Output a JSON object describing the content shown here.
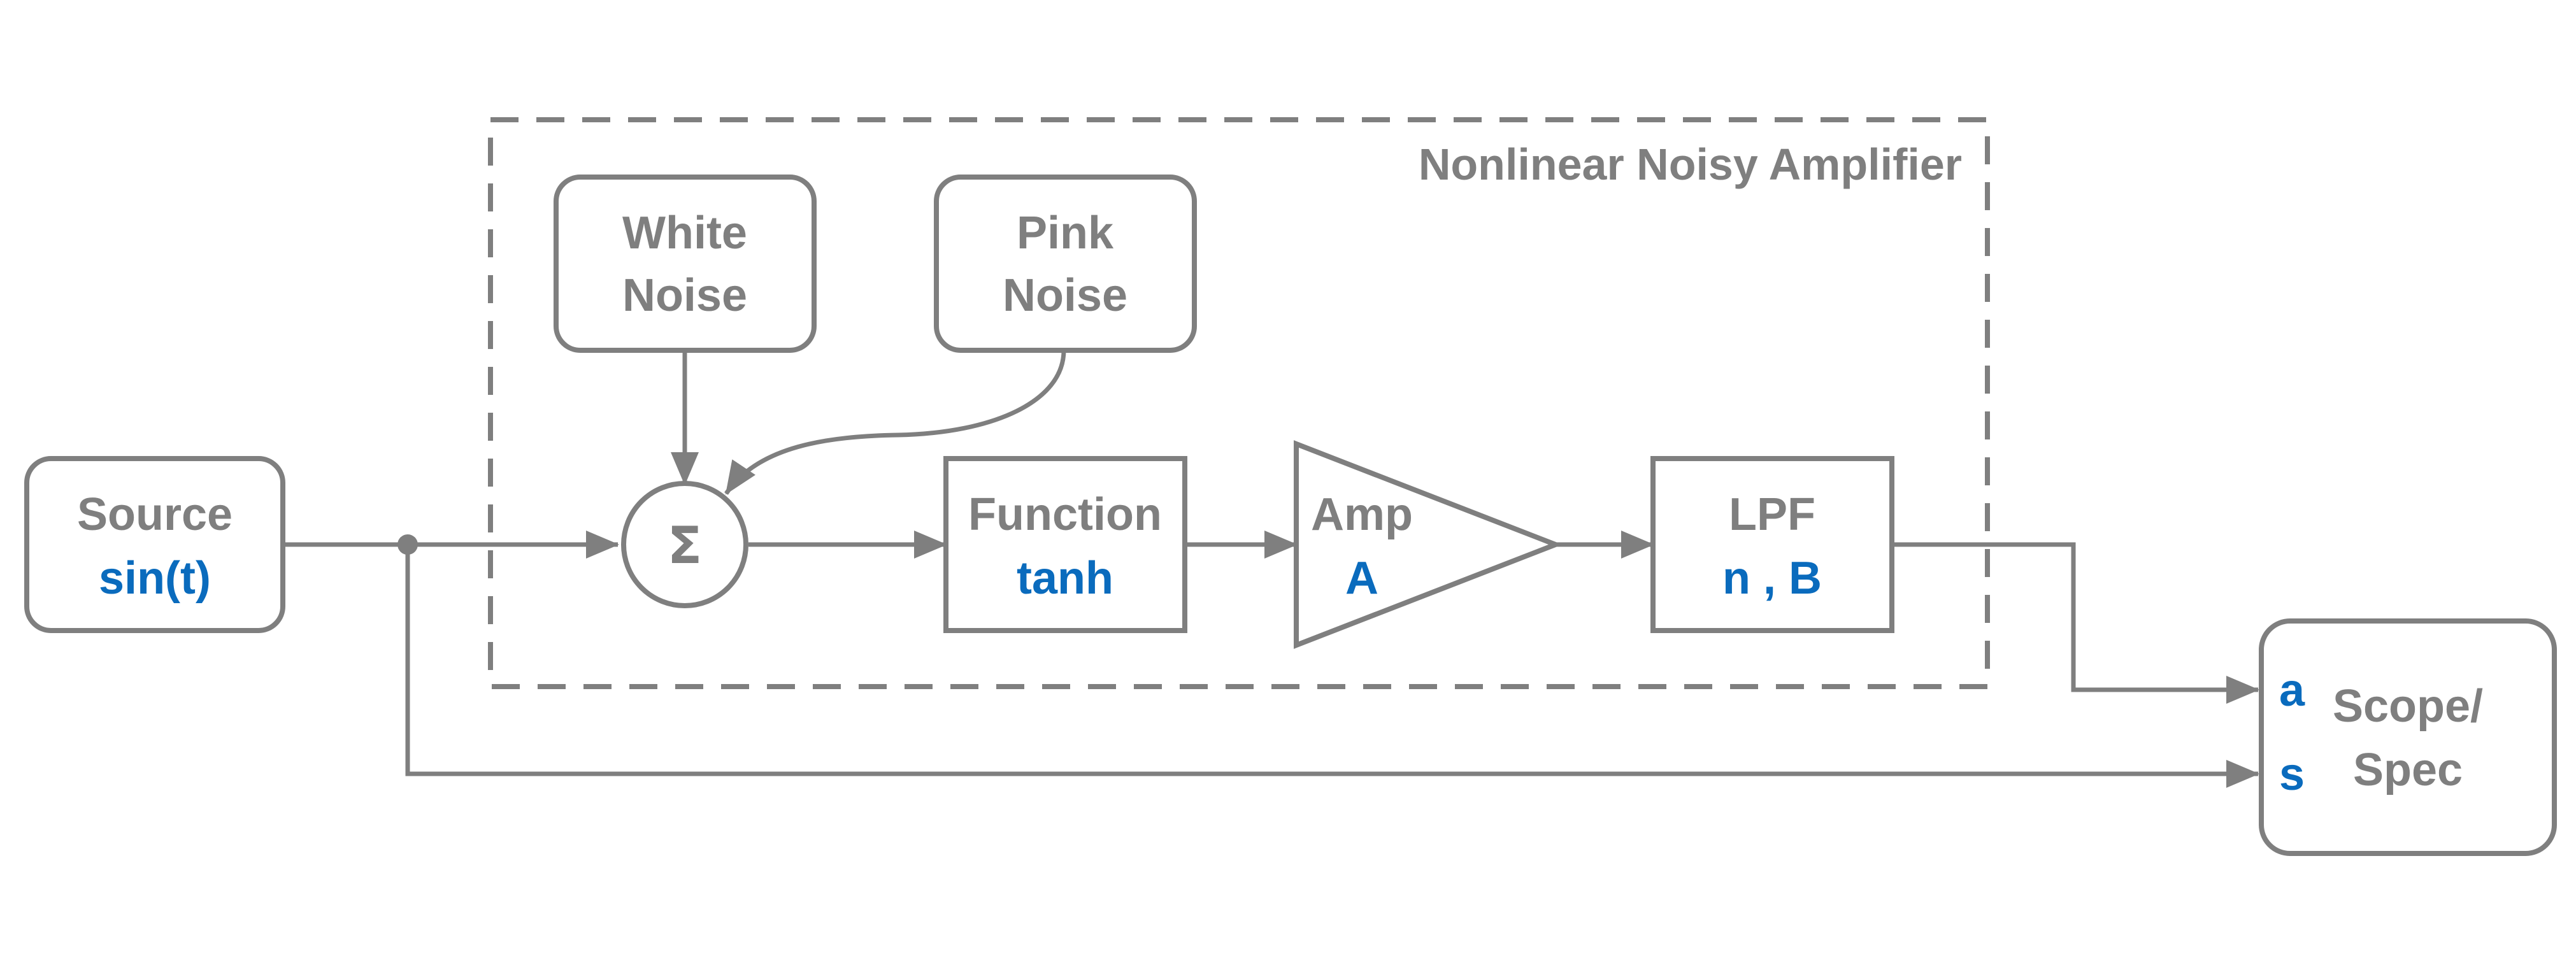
{
  "group": {
    "title": "Nonlinear Noisy Amplifier"
  },
  "blocks": {
    "source": {
      "title": "Source",
      "param": "sin(t)"
    },
    "white_noise": {
      "line1": "White",
      "line2": "Noise"
    },
    "pink_noise": {
      "line1": "Pink",
      "line2": "Noise"
    },
    "sum": {
      "symbol": "Σ"
    },
    "function": {
      "title": "Function",
      "param": "tanh"
    },
    "amp": {
      "title": "Amp",
      "param": "A"
    },
    "lpf": {
      "title": "LPF",
      "param": "n , B"
    },
    "scope": {
      "line1": "Scope/",
      "line2": "Spec",
      "port_a": "a",
      "port_s": "s"
    }
  },
  "colors": {
    "line": "#7f7f7f",
    "param_text": "#0a6bbd",
    "background": "#ffffff"
  }
}
